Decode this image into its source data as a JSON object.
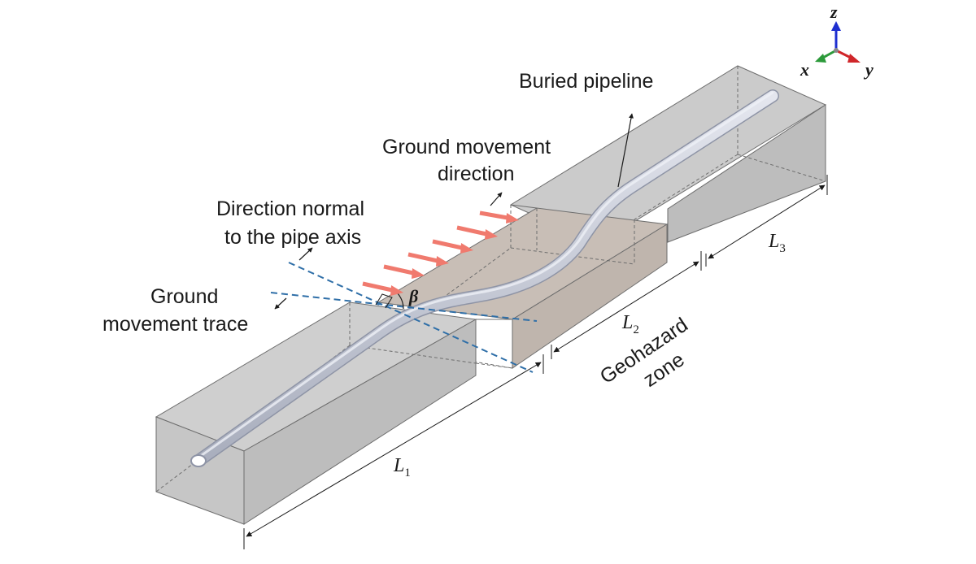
{
  "labels": {
    "buried_pipeline": "Buried pipeline",
    "ground_movement_direction_line1": "Ground movement",
    "ground_movement_direction_line2": "direction",
    "direction_normal_line1": "Direction normal",
    "direction_normal_line2": "to the pipe axis",
    "ground_movement_trace_line1": "Ground",
    "ground_movement_trace_line2": "movement trace",
    "geohazard_line1": "Geohazard",
    "geohazard_line2": "zone",
    "beta": "β"
  },
  "dimensions": {
    "L1": {
      "base": "L",
      "sub": "1"
    },
    "L2": {
      "base": "L",
      "sub": "2"
    },
    "L3": {
      "base": "L",
      "sub": "3"
    }
  },
  "axes": {
    "z": "z",
    "x": "x",
    "y": "y"
  },
  "colors": {
    "soil_fill": "#c9c9c9",
    "soil_fill_dark": "#bdbdbd",
    "geohazard_fill": "#c6bcb4",
    "pipe": "#c8ccd8",
    "pipe_edge": "#9aa0b0",
    "trace_line": "#2f6fa8",
    "arrow": "#f07a6e",
    "axis_z": "#1e2fd0",
    "axis_x": "#2c9a3a",
    "axis_y": "#d0262a"
  }
}
